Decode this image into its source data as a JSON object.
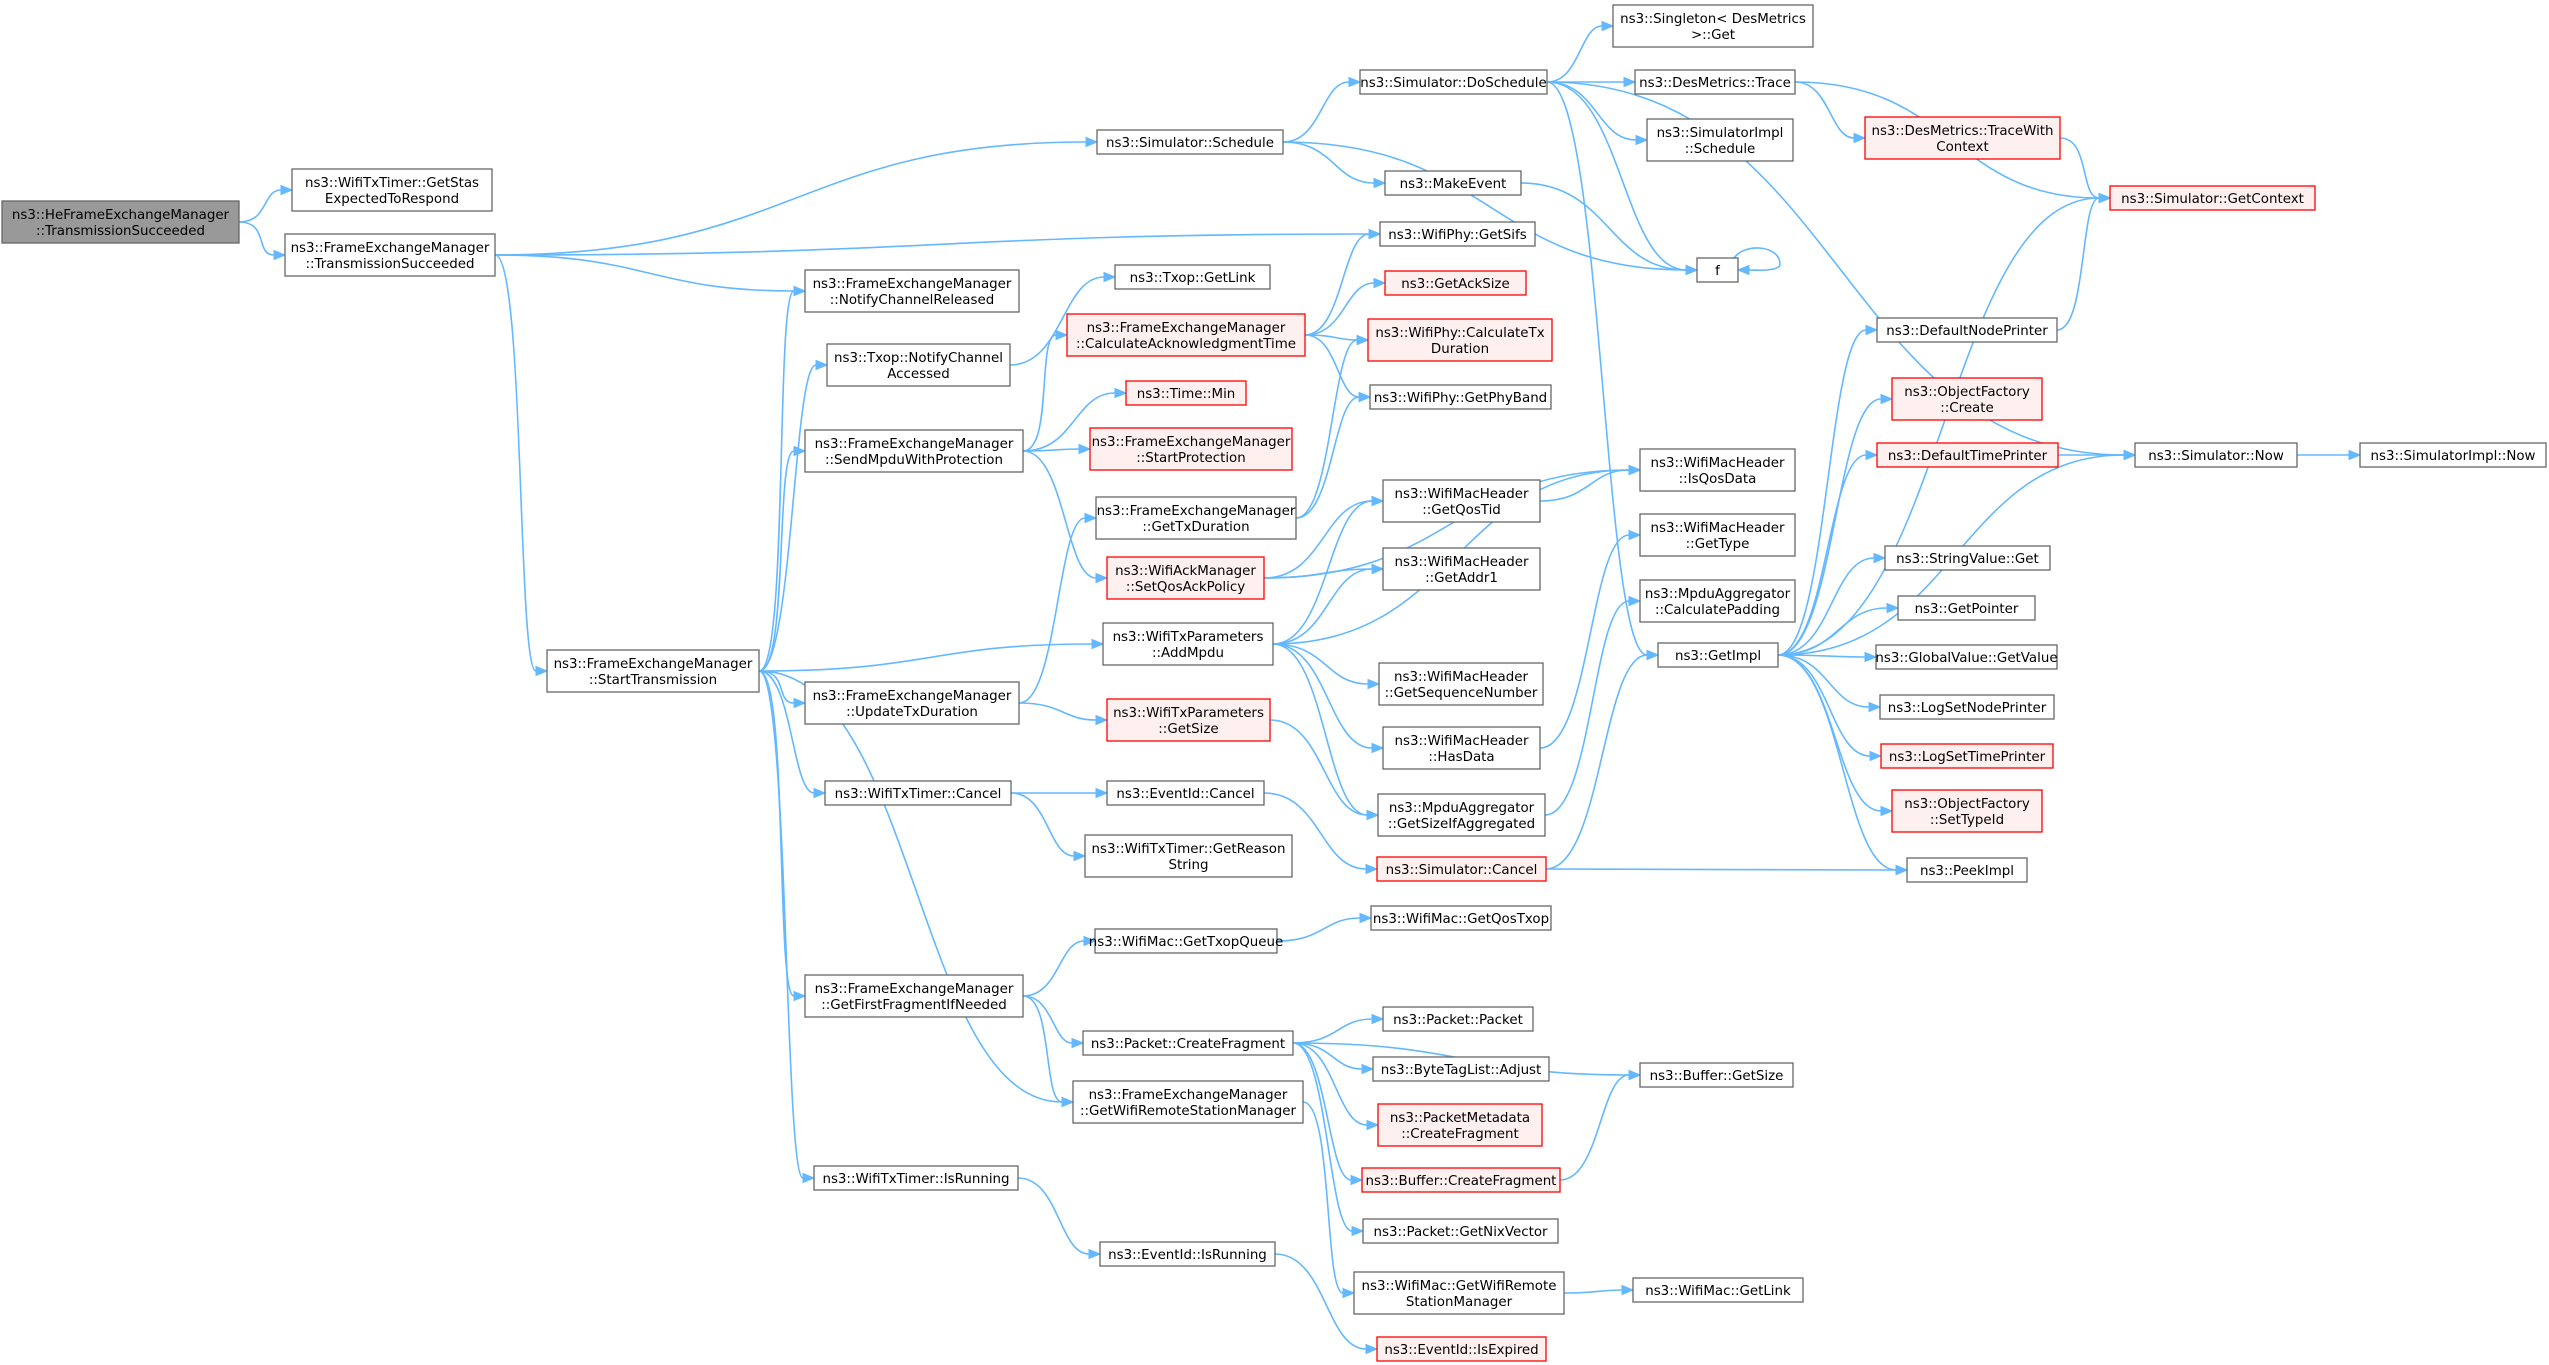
{
  "nodes": [
    {
      "id": "he_ts",
      "lines": [
        "ns3::HeFrameExchangeManager",
        "::TransmissionSucceeded"
      ],
      "style": "focus"
    },
    {
      "id": "wtt_getstas",
      "lines": [
        "ns3::WifiTxTimer::GetStas",
        "ExpectedToRespond"
      ],
      "style": "normal"
    },
    {
      "id": "fem_ts",
      "lines": [
        "ns3::FrameExchangeManager",
        "::TransmissionSucceeded"
      ],
      "style": "normal"
    },
    {
      "id": "fem_start",
      "lines": [
        "ns3::FrameExchangeManager",
        "::StartTransmission"
      ],
      "style": "normal"
    },
    {
      "id": "sim_schedule",
      "lines": [
        "ns3::Simulator::Schedule"
      ],
      "style": "normal"
    },
    {
      "id": "fem_notify",
      "lines": [
        "ns3::FrameExchangeManager",
        "::NotifyChannelReleased"
      ],
      "style": "normal"
    },
    {
      "id": "txop_notify",
      "lines": [
        "ns3::Txop::NotifyChannel",
        "Accessed"
      ],
      "style": "normal"
    },
    {
      "id": "fem_sendmpdu",
      "lines": [
        "ns3::FrameExchangeManager",
        "::SendMpduWithProtection"
      ],
      "style": "normal"
    },
    {
      "id": "fem_updatetx",
      "lines": [
        "ns3::FrameExchangeManager",
        "::UpdateTxDuration"
      ],
      "style": "normal"
    },
    {
      "id": "wtt_cancel",
      "lines": [
        "ns3::WifiTxTimer::Cancel"
      ],
      "style": "normal"
    },
    {
      "id": "fem_getfirst",
      "lines": [
        "ns3::FrameExchangeManager",
        "::GetFirstFragmentIfNeeded"
      ],
      "style": "normal"
    },
    {
      "id": "wtt_isrunning",
      "lines": [
        "ns3::WifiTxTimer::IsRunning"
      ],
      "style": "normal"
    },
    {
      "id": "sim_doschedule",
      "lines": [
        "ns3::Simulator::DoSchedule"
      ],
      "style": "normal"
    },
    {
      "id": "makeevent",
      "lines": [
        "ns3::MakeEvent"
      ],
      "style": "normal"
    },
    {
      "id": "wphy_getsifs",
      "lines": [
        "ns3::WifiPhy::GetSifs"
      ],
      "style": "normal"
    },
    {
      "id": "txop_getlink",
      "lines": [
        "ns3::Txop::GetLink"
      ],
      "style": "normal"
    },
    {
      "id": "fem_calcack",
      "lines": [
        "ns3::FrameExchangeManager",
        "::CalculateAcknowledgmentTime"
      ],
      "style": "red"
    },
    {
      "id": "time_min",
      "lines": [
        "ns3::Time::Min"
      ],
      "style": "red"
    },
    {
      "id": "fem_startprot",
      "lines": [
        "ns3::FrameExchangeManager",
        "::StartProtection"
      ],
      "style": "red"
    },
    {
      "id": "fem_gettxdur",
      "lines": [
        "ns3::FrameExchangeManager",
        "::GetTxDuration"
      ],
      "style": "normal"
    },
    {
      "id": "wam_setqos",
      "lines": [
        "ns3::WifiAckManager",
        "::SetQosAckPolicy"
      ],
      "style": "red"
    },
    {
      "id": "wtp_addmpdu",
      "lines": [
        "ns3::WifiTxParameters",
        "::AddMpdu"
      ],
      "style": "normal"
    },
    {
      "id": "wtp_getsize",
      "lines": [
        "ns3::WifiTxParameters",
        "::GetSize"
      ],
      "style": "red"
    },
    {
      "id": "eventid_cancel",
      "lines": [
        "ns3::EventId::Cancel"
      ],
      "style": "normal"
    },
    {
      "id": "wtt_getreason",
      "lines": [
        "ns3::WifiTxTimer::GetReason",
        "String"
      ],
      "style": "normal"
    },
    {
      "id": "wmac_gettxopq",
      "lines": [
        "ns3::WifiMac::GetTxopQueue"
      ],
      "style": "normal"
    },
    {
      "id": "pkt_createfrag",
      "lines": [
        "ns3::Packet::CreateFragment"
      ],
      "style": "normal"
    },
    {
      "id": "fem_getwrsm",
      "lines": [
        "ns3::FrameExchangeManager",
        "::GetWifiRemoteStationManager"
      ],
      "style": "normal"
    },
    {
      "id": "eventid_isrunning",
      "lines": [
        "ns3::EventId::IsRunning"
      ],
      "style": "normal"
    },
    {
      "id": "singleton_get",
      "lines": [
        "ns3::Singleton< DesMetrics",
        ">::Get"
      ],
      "style": "normal"
    },
    {
      "id": "desm_trace",
      "lines": [
        "ns3::DesMetrics::Trace"
      ],
      "style": "normal"
    },
    {
      "id": "simimpl_schedule",
      "lines": [
        "ns3::SimulatorImpl",
        "::Schedule"
      ],
      "style": "normal"
    },
    {
      "id": "f",
      "lines": [
        "f"
      ],
      "style": "normal"
    },
    {
      "id": "getacksize",
      "lines": [
        "ns3::GetAckSize"
      ],
      "style": "red"
    },
    {
      "id": "wphy_calctx",
      "lines": [
        "ns3::WifiPhy::CalculateTx",
        "Duration"
      ],
      "style": "red"
    },
    {
      "id": "wphy_getband",
      "lines": [
        "ns3::WifiPhy::GetPhyBand"
      ],
      "style": "normal"
    },
    {
      "id": "wmh_getqostid",
      "lines": [
        "ns3::WifiMacHeader",
        "::GetQosTid"
      ],
      "style": "normal"
    },
    {
      "id": "wmh_getaddr1",
      "lines": [
        "ns3::WifiMacHeader",
        "::GetAddr1"
      ],
      "style": "normal"
    },
    {
      "id": "wmh_getseq",
      "lines": [
        "ns3::WifiMacHeader",
        "::GetSequenceNumber"
      ],
      "style": "normal"
    },
    {
      "id": "wmh_hasdata",
      "lines": [
        "ns3::WifiMacHeader",
        "::HasData"
      ],
      "style": "normal"
    },
    {
      "id": "mpdu_getsize",
      "lines": [
        "ns3::MpduAggregator",
        "::GetSizeIfAggregated"
      ],
      "style": "normal"
    },
    {
      "id": "sim_cancel",
      "lines": [
        "ns3::Simulator::Cancel"
      ],
      "style": "red"
    },
    {
      "id": "wmac_getqostxop",
      "lines": [
        "ns3::WifiMac::GetQosTxop"
      ],
      "style": "normal"
    },
    {
      "id": "pkt_packet",
      "lines": [
        "ns3::Packet::Packet"
      ],
      "style": "normal"
    },
    {
      "id": "btl_adjust",
      "lines": [
        "ns3::ByteTagList::Adjust"
      ],
      "style": "normal"
    },
    {
      "id": "pm_createfrag",
      "lines": [
        "ns3::PacketMetadata",
        "::CreateFragment"
      ],
      "style": "red"
    },
    {
      "id": "buf_createfrag",
      "lines": [
        "ns3::Buffer::CreateFragment"
      ],
      "style": "red"
    },
    {
      "id": "pkt_getnix",
      "lines": [
        "ns3::Packet::GetNixVector"
      ],
      "style": "normal"
    },
    {
      "id": "wmac_getwrsm",
      "lines": [
        "ns3::WifiMac::GetWifiRemote",
        "StationManager"
      ],
      "style": "normal"
    },
    {
      "id": "eventid_isexpired",
      "lines": [
        "ns3::EventId::IsExpired"
      ],
      "style": "red"
    },
    {
      "id": "desm_tracewc",
      "lines": [
        "ns3::DesMetrics::TraceWith",
        "Context"
      ],
      "style": "red"
    },
    {
      "id": "wmh_isqosdata",
      "lines": [
        "ns3::WifiMacHeader",
        "::IsQosData"
      ],
      "style": "normal"
    },
    {
      "id": "wmh_gettype",
      "lines": [
        "ns3::WifiMacHeader",
        "::GetType"
      ],
      "style": "normal"
    },
    {
      "id": "mpdu_calcpad",
      "lines": [
        "ns3::MpduAggregator",
        "::CalculatePadding"
      ],
      "style": "normal"
    },
    {
      "id": "getimpl",
      "lines": [
        "ns3::GetImpl"
      ],
      "style": "normal"
    },
    {
      "id": "buf_getsize",
      "lines": [
        "ns3::Buffer::GetSize"
      ],
      "style": "normal"
    },
    {
      "id": "wmac_getlink",
      "lines": [
        "ns3::WifiMac::GetLink"
      ],
      "style": "normal"
    },
    {
      "id": "sim_getcontext",
      "lines": [
        "ns3::Simulator::GetContext"
      ],
      "style": "red"
    },
    {
      "id": "defnodeprinter",
      "lines": [
        "ns3::DefaultNodePrinter"
      ],
      "style": "normal"
    },
    {
      "id": "of_create",
      "lines": [
        "ns3::ObjectFactory",
        "::Create"
      ],
      "style": "red"
    },
    {
      "id": "deftimeprinter",
      "lines": [
        "ns3::DefaultTimePrinter"
      ],
      "style": "red"
    },
    {
      "id": "stringvalue_get",
      "lines": [
        "ns3::StringValue::Get"
      ],
      "style": "normal"
    },
    {
      "id": "getpointer",
      "lines": [
        "ns3::GetPointer"
      ],
      "style": "normal"
    },
    {
      "id": "gv_getvalue",
      "lines": [
        "ns3::GlobalValue::GetValue"
      ],
      "style": "normal"
    },
    {
      "id": "logsetnode",
      "lines": [
        "ns3::LogSetNodePrinter"
      ],
      "style": "normal"
    },
    {
      "id": "logsettime",
      "lines": [
        "ns3::LogSetTimePrinter"
      ],
      "style": "red"
    },
    {
      "id": "of_settypeid",
      "lines": [
        "ns3::ObjectFactory",
        "::SetTypeId"
      ],
      "style": "red"
    },
    {
      "id": "peekimpl",
      "lines": [
        "ns3::PeekImpl"
      ],
      "style": "normal"
    },
    {
      "id": "sim_now",
      "lines": [
        "ns3::Simulator::Now"
      ],
      "style": "normal"
    },
    {
      "id": "simimpl_now",
      "lines": [
        "ns3::SimulatorImpl::Now"
      ],
      "style": "normal"
    }
  ],
  "edges": [
    [
      "he_ts",
      "wtt_getstas"
    ],
    [
      "he_ts",
      "fem_ts"
    ],
    [
      "fem_ts",
      "sim_schedule"
    ],
    [
      "fem_ts",
      "wphy_getsifs"
    ],
    [
      "fem_ts",
      "fem_notify"
    ],
    [
      "fem_ts",
      "fem_start"
    ],
    [
      "fem_start",
      "fem_notify"
    ],
    [
      "fem_start",
      "txop_notify"
    ],
    [
      "fem_start",
      "fem_sendmpdu"
    ],
    [
      "fem_start",
      "wtp_addmpdu"
    ],
    [
      "fem_start",
      "fem_updatetx"
    ],
    [
      "fem_start",
      "wtt_cancel"
    ],
    [
      "fem_start",
      "fem_getfirst"
    ],
    [
      "fem_start",
      "fem_getwrsm"
    ],
    [
      "fem_start",
      "wtt_isrunning"
    ],
    [
      "sim_schedule",
      "sim_doschedule"
    ],
    [
      "sim_schedule",
      "makeevent"
    ],
    [
      "sim_schedule",
      "f"
    ],
    [
      "sim_doschedule",
      "singleton_get"
    ],
    [
      "sim_doschedule",
      "desm_trace"
    ],
    [
      "sim_doschedule",
      "simimpl_schedule"
    ],
    [
      "sim_doschedule",
      "f"
    ],
    [
      "sim_doschedule",
      "getimpl"
    ],
    [
      "sim_doschedule",
      "sim_now"
    ],
    [
      "makeevent",
      "f"
    ],
    [
      "f",
      "f"
    ],
    [
      "desm_trace",
      "desm_tracewc"
    ],
    [
      "desm_trace",
      "sim_getcontext"
    ],
    [
      "desm_tracewc",
      "sim_getcontext"
    ],
    [
      "txop_notify",
      "txop_getlink"
    ],
    [
      "fem_sendmpdu",
      "fem_calcack"
    ],
    [
      "fem_sendmpdu",
      "time_min"
    ],
    [
      "fem_sendmpdu",
      "fem_startprot"
    ],
    [
      "fem_sendmpdu",
      "wam_setqos"
    ],
    [
      "fem_calcack",
      "wphy_getsifs"
    ],
    [
      "fem_calcack",
      "getacksize"
    ],
    [
      "fem_calcack",
      "wphy_calctx"
    ],
    [
      "fem_calcack",
      "wphy_getband"
    ],
    [
      "fem_updatetx",
      "fem_gettxdur"
    ],
    [
      "fem_updatetx",
      "wtp_getsize"
    ],
    [
      "fem_gettxdur",
      "wphy_calctx"
    ],
    [
      "fem_gettxdur",
      "wphy_getband"
    ],
    [
      "wam_setqos",
      "wmh_isqosdata"
    ],
    [
      "wam_setqos",
      "wmh_getqostid"
    ],
    [
      "wam_setqos",
      "wmh_getaddr1"
    ],
    [
      "wtp_addmpdu",
      "wmh_getqostid"
    ],
    [
      "wtp_addmpdu",
      "wmh_getaddr1"
    ],
    [
      "wtp_addmpdu",
      "wmh_isqosdata"
    ],
    [
      "wtp_addmpdu",
      "wmh_getseq"
    ],
    [
      "wtp_addmpdu",
      "wmh_hasdata"
    ],
    [
      "wtp_addmpdu",
      "mpdu_getsize"
    ],
    [
      "wtp_getsize",
      "mpdu_getsize"
    ],
    [
      "wmh_getqostid",
      "wmh_isqosdata"
    ],
    [
      "wmh_hasdata",
      "wmh_gettype"
    ],
    [
      "mpdu_getsize",
      "mpdu_calcpad"
    ],
    [
      "wtt_cancel",
      "eventid_cancel"
    ],
    [
      "wtt_cancel",
      "wtt_getreason"
    ],
    [
      "eventid_cancel",
      "sim_cancel"
    ],
    [
      "sim_cancel",
      "getimpl"
    ],
    [
      "sim_cancel",
      "peekimpl"
    ],
    [
      "fem_getfirst",
      "wmac_gettxopq"
    ],
    [
      "fem_getfirst",
      "pkt_createfrag"
    ],
    [
      "fem_getfirst",
      "fem_getwrsm"
    ],
    [
      "wmac_gettxopq",
      "wmac_getqostxop"
    ],
    [
      "pkt_createfrag",
      "buf_getsize"
    ],
    [
      "pkt_createfrag",
      "pkt_packet"
    ],
    [
      "pkt_createfrag",
      "btl_adjust"
    ],
    [
      "pkt_createfrag",
      "pm_createfrag"
    ],
    [
      "pkt_createfrag",
      "buf_createfrag"
    ],
    [
      "pkt_createfrag",
      "pkt_getnix"
    ],
    [
      "buf_createfrag",
      "buf_getsize"
    ],
    [
      "fem_getwrsm",
      "wmac_getwrsm"
    ],
    [
      "wmac_getwrsm",
      "wmac_getlink"
    ],
    [
      "wtt_isrunning",
      "eventid_isrunning"
    ],
    [
      "eventid_isrunning",
      "eventid_isexpired"
    ],
    [
      "getimpl",
      "sim_getcontext"
    ],
    [
      "getimpl",
      "defnodeprinter"
    ],
    [
      "getimpl",
      "of_create"
    ],
    [
      "getimpl",
      "deftimeprinter"
    ],
    [
      "getimpl",
      "sim_now"
    ],
    [
      "getimpl",
      "stringvalue_get"
    ],
    [
      "getimpl",
      "getpointer"
    ],
    [
      "getimpl",
      "gv_getvalue"
    ],
    [
      "getimpl",
      "logsetnode"
    ],
    [
      "getimpl",
      "logsettime"
    ],
    [
      "getimpl",
      "of_settypeid"
    ],
    [
      "getimpl",
      "peekimpl"
    ],
    [
      "defnodeprinter",
      "sim_getcontext"
    ],
    [
      "deftimeprinter",
      "sim_now"
    ],
    [
      "sim_now",
      "simimpl_now"
    ]
  ]
}
